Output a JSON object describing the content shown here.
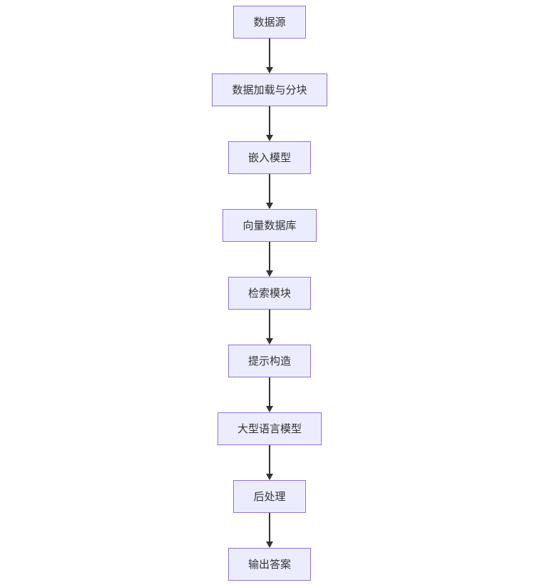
{
  "diagram": {
    "type": "flowchart",
    "direction": "top-down",
    "nodes": [
      {
        "id": "data-source",
        "label": "数据源"
      },
      {
        "id": "data-loading-chunking",
        "label": "数据加载与分块"
      },
      {
        "id": "embedding-model",
        "label": "嵌入模型"
      },
      {
        "id": "vector-database",
        "label": "向量数据库"
      },
      {
        "id": "retrieval-module",
        "label": "检索模块"
      },
      {
        "id": "prompt-construction",
        "label": "提示构造"
      },
      {
        "id": "large-language-model",
        "label": "大型语言模型"
      },
      {
        "id": "post-processing",
        "label": "后处理"
      },
      {
        "id": "output-answer",
        "label": "输出答案"
      }
    ],
    "edges": [
      {
        "from": "data-source",
        "to": "data-loading-chunking"
      },
      {
        "from": "data-loading-chunking",
        "to": "embedding-model"
      },
      {
        "from": "embedding-model",
        "to": "vector-database"
      },
      {
        "from": "vector-database",
        "to": "retrieval-module"
      },
      {
        "from": "retrieval-module",
        "to": "prompt-construction"
      },
      {
        "from": "prompt-construction",
        "to": "large-language-model"
      },
      {
        "from": "large-language-model",
        "to": "post-processing"
      },
      {
        "from": "post-processing",
        "to": "output-answer"
      }
    ],
    "colors": {
      "background": "#FFFFFF",
      "node_fill": "#ECECFF",
      "node_border": "#9370DB",
      "edge": "#333333",
      "text": "#333333"
    }
  }
}
